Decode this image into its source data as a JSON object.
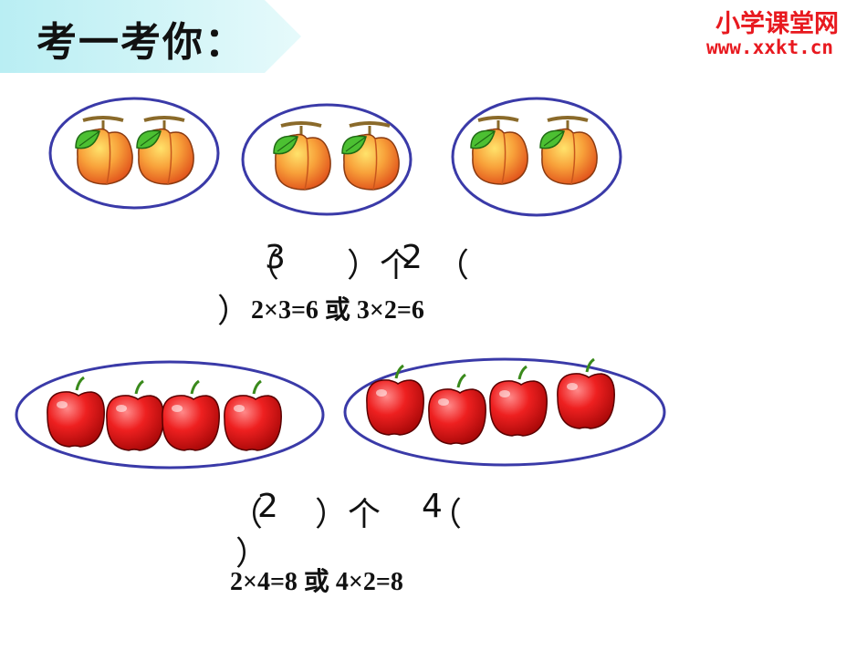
{
  "header": {
    "title": "考一考你："
  },
  "logo": {
    "name": "小学课堂网",
    "url": "www.xxkt.cn"
  },
  "section1": {
    "paren_open": "（",
    "answer_a": "3",
    "paren_close_word": "）个",
    "answer_b": "2",
    "paren_open_2": "（",
    "paren_close_2": "）",
    "equation": "2×3=6 或 3×2=6"
  },
  "section2": {
    "paren_open": "（",
    "answer_a": "2",
    "paren_close_word": "）个",
    "answer_b": "4",
    "paren_open_2": "（",
    "paren_close_2": "）",
    "equation": "2×4=8 或 4×2=8"
  },
  "colors": {
    "ellipse": "#3a3aa8",
    "banner": "#c8f2f5",
    "logo": "#e8191f",
    "peach": "#f07a1c",
    "apple": "#e3141c",
    "leaf": "#44b52a"
  }
}
